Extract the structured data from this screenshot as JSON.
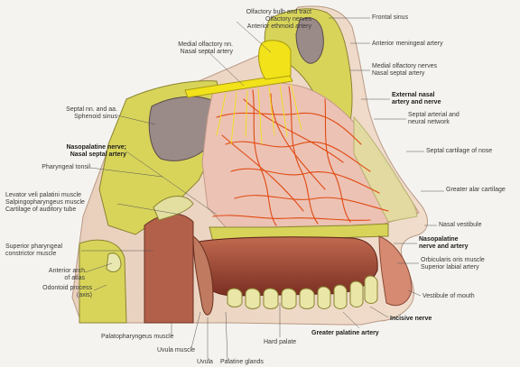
{
  "labels": {
    "olfactory_bulb": "Olfactory bulb and tract\nOlfactory nerves\nAnterior ethmoid artery",
    "frontal_sinus": "Frontal sinus",
    "anterior_meningeal_artery": "Anterior meningeal artery",
    "medial_olfactory_left": "Medial olfactory nn.\nNasal septal artery",
    "medial_olfactory_right": "Medial olfactory nerves\nNasal septal artery",
    "external_nasal": "External nasal\nartery and nerve",
    "septal_arterial": "Septal arterial and\nneural network",
    "septal_nn": "Septal nn. and aa.\nSphenoid sinus",
    "nasopalatine_left": "Nasopalatine nerve;\nNasal septal artery",
    "septal_cartilage": "Septal cartilage of nose",
    "pharyngeal_tonsil": "Pharyngeal tonsil",
    "greater_alar": "Greater alar cartilage",
    "levator_veli": "Levator veli palatini muscle\nSalpingopharyngeus muscle\nCartilage of auditory tube",
    "nasal_vestibule": "Nasal vestibule",
    "nasopalatine_right": "Nasopalatine\nnerve and artery",
    "superior_pharyngeal": "Superior pharyngeal\nconstrictor muscle",
    "orbicularis": "Orbicularis oris muscle\nSuperior labial artery",
    "anterior_arch": "Anterior arch\nof atlas",
    "odontoid": "Odontoid process\n(axis)",
    "vestibule_mouth": "Vestibule of mouth",
    "incisive_nerve": "Incisive nerve",
    "greater_palatine": "Greater palatine artery",
    "hard_palate": "Hard palate",
    "palatopharyngeus": "Palatopharyngeus muscle",
    "uvula_muscle": "Uvula muscle",
    "uvula": "Uvula",
    "palatine_glands": "Palatine glands"
  },
  "colors": {
    "bone": "#d8d45a",
    "cartilage": "#e2dfa0",
    "mucosa": "#ecc2b4",
    "muscle": "#b2604a",
    "artery": "#e04a12",
    "nerve": "#f2e21a",
    "sinus": "#9a8a88",
    "skin": "#e9d0bd"
  }
}
